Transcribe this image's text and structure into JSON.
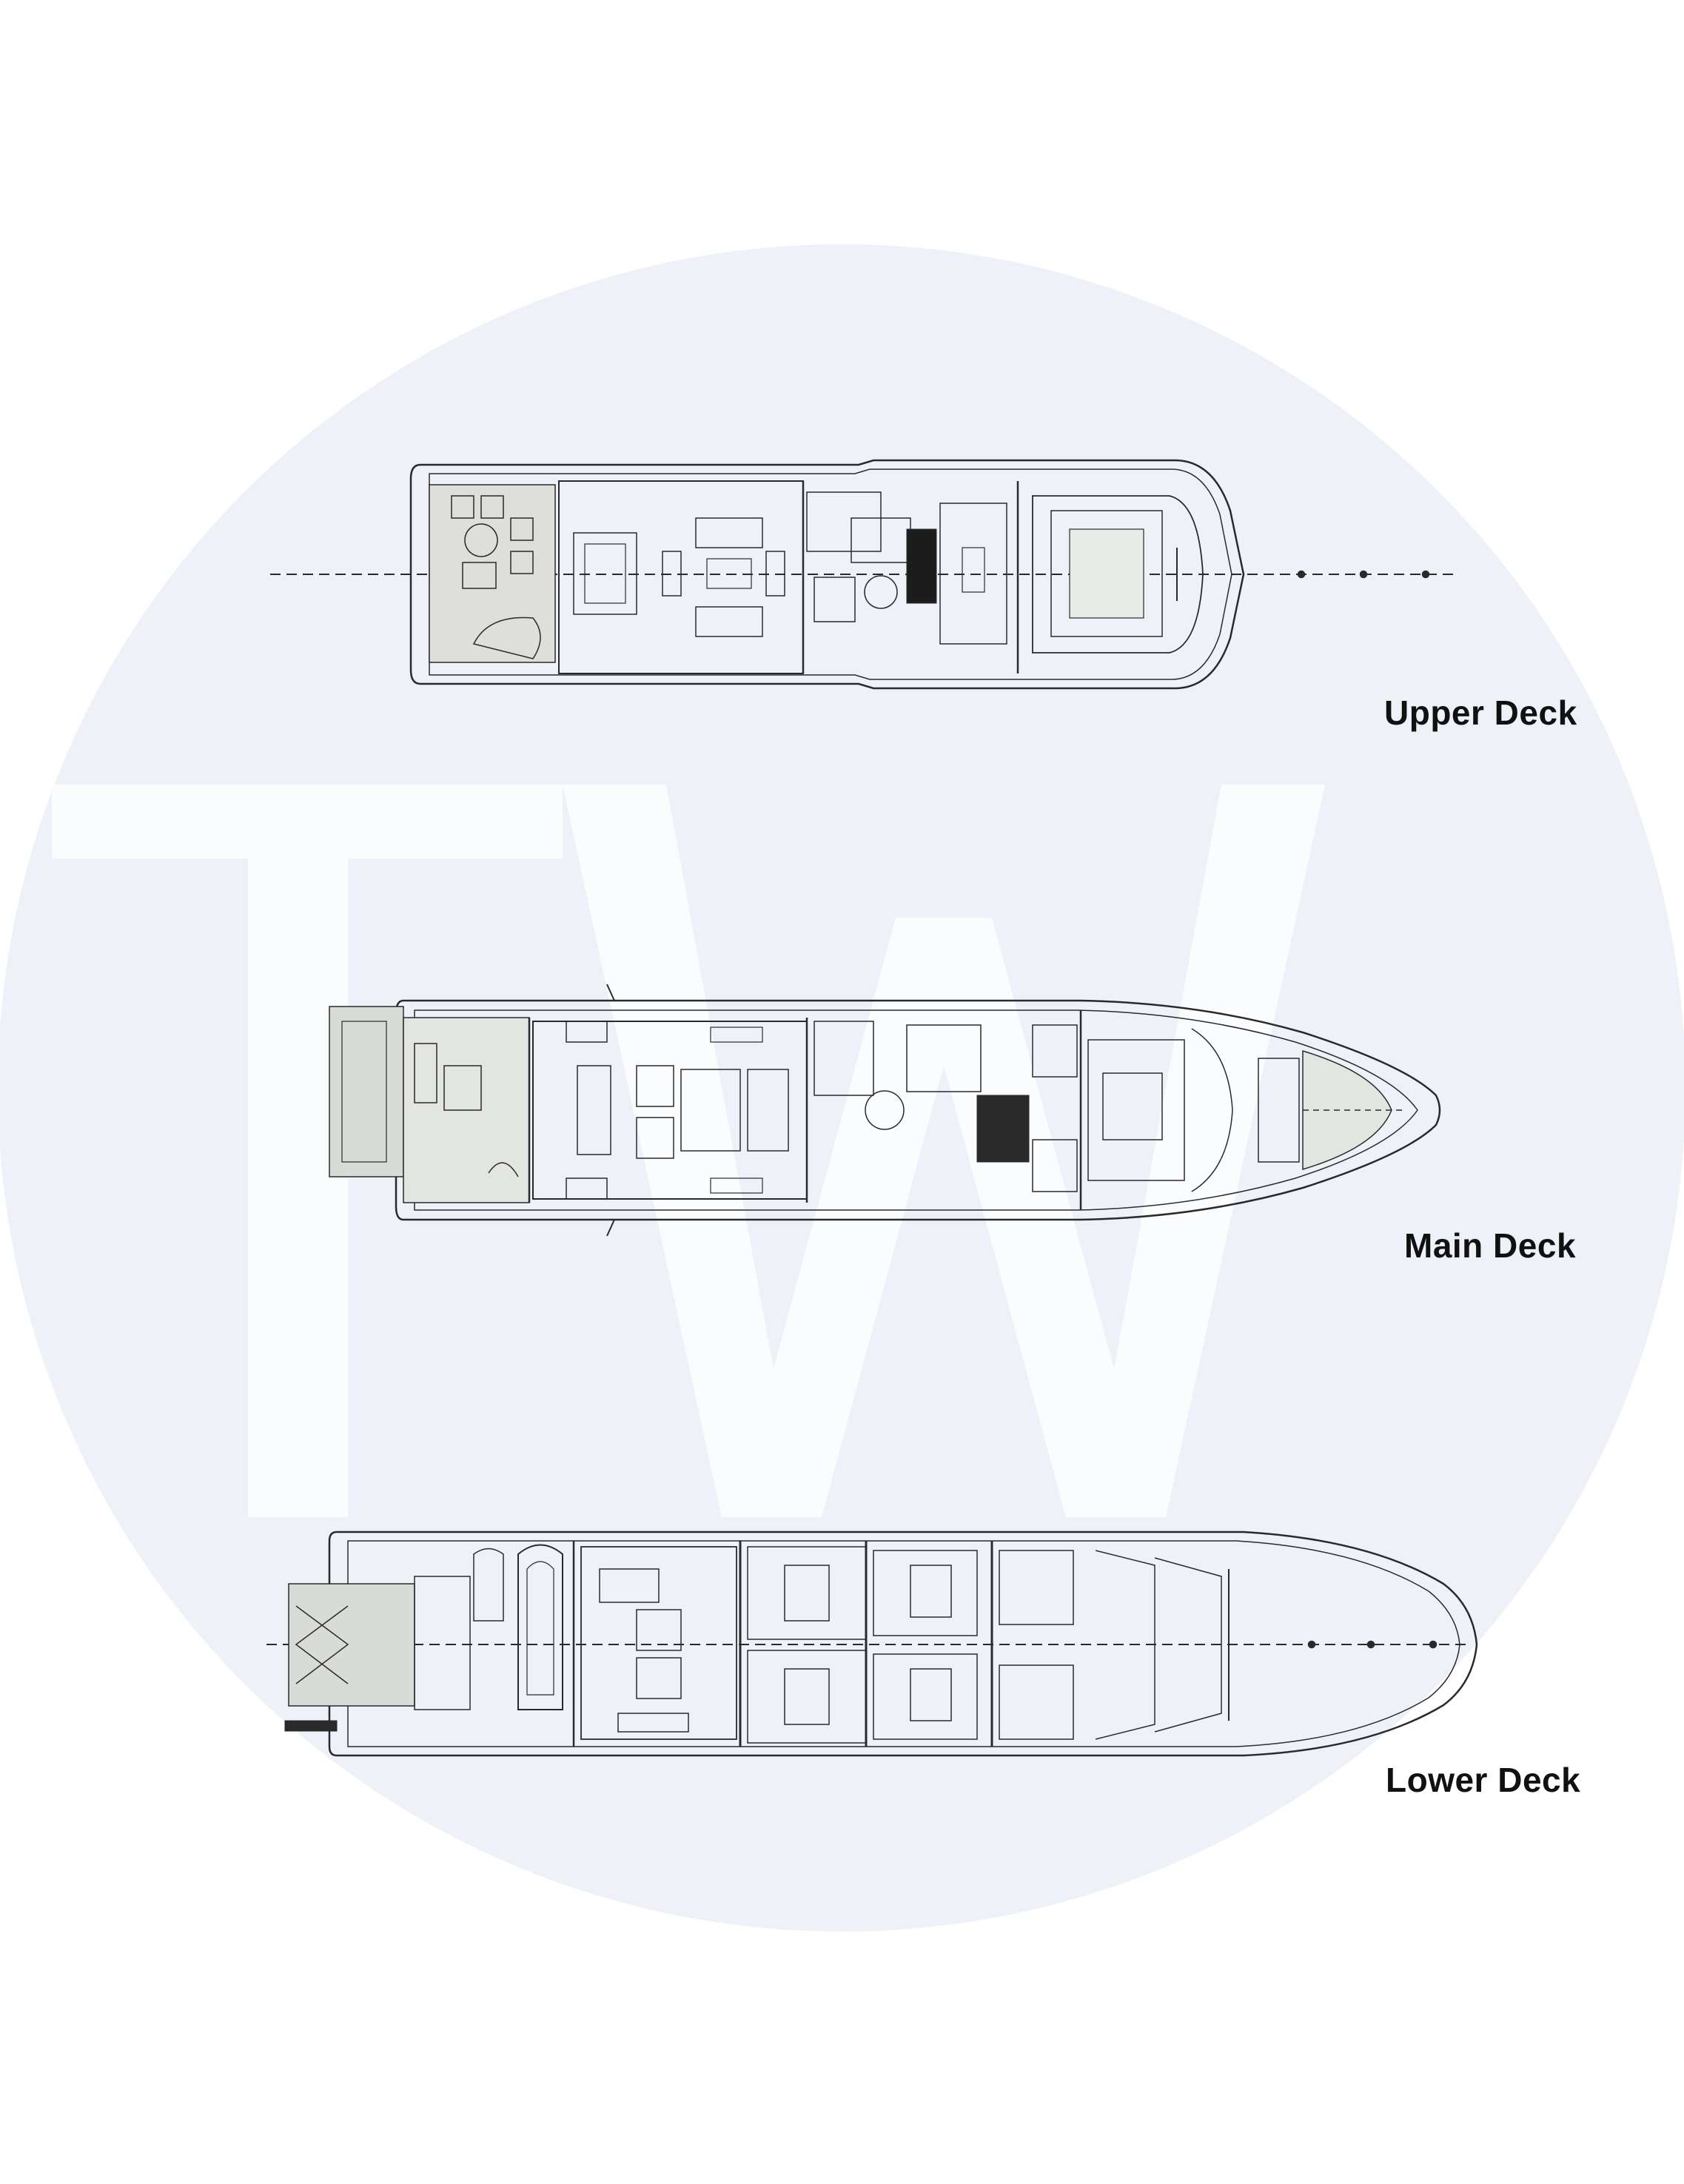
{
  "watermark": {
    "text": "TW",
    "circle_color": "#eef2f8",
    "letter_color": "#fbfcfe"
  },
  "decks": [
    {
      "id": "upper",
      "label": "Upper Deck"
    },
    {
      "id": "main",
      "label": "Main Deck"
    },
    {
      "id": "lower",
      "label": "Lower Deck"
    }
  ],
  "colors": {
    "line": "#2a2a2a",
    "fill_grey": "#d9dcd6",
    "fill_light": "#e9ebe6"
  }
}
